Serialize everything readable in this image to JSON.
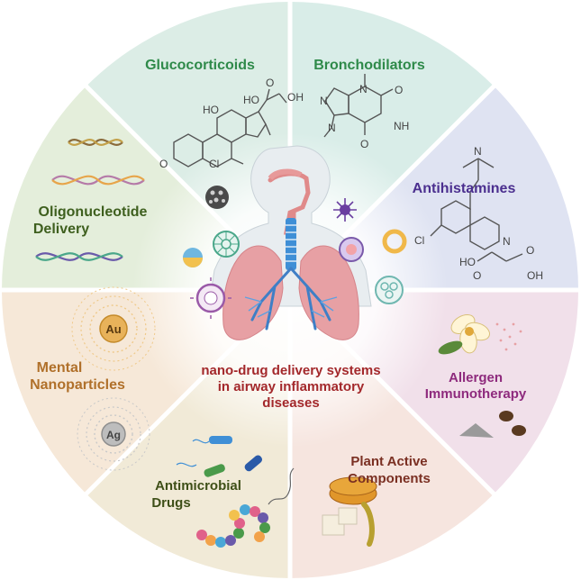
{
  "center": {
    "title_line1": "nano-drug delivery systems",
    "title_line2": "in airway inflammatory",
    "title_line3": "diseases",
    "color": "#a3282b"
  },
  "segments": {
    "glucocorticoids": {
      "title": "Glucocorticoids",
      "color": "#2f8a4a",
      "bg": "#dcede6"
    },
    "bronchodilators": {
      "title": "Bronchodilators",
      "color": "#2f8a4a",
      "bg": "#d9ede8"
    },
    "antihistamines": {
      "title": "Antihistamines",
      "color": "#4b2f8f",
      "bg": "#dfe3f2"
    },
    "allergen": {
      "title_line1": "Allergen",
      "title_line2": "Immunotherapy",
      "color": "#8e2a7d",
      "bg": "#f1e0ea"
    },
    "plant": {
      "title_line1": "Plant Active",
      "title_line2": "Components",
      "color": "#7a2f22",
      "bg": "#f6e5df"
    },
    "antimicrobial": {
      "title_line1": "Antimicrobial",
      "title_line2": "Drugs",
      "color": "#3e4f17",
      "bg": "#f1ead7"
    },
    "mental": {
      "title_line1": "Mental",
      "title_line2": "Nanoparticles",
      "color": "#b0702a",
      "bg": "#f6e8d8"
    },
    "oligo": {
      "title_line1": "Oligonucleotide",
      "title_line2": "Delivery",
      "color": "#3e5f1e",
      "bg": "#e4eedb"
    }
  },
  "labels": {
    "gluco_atoms": {
      "oh1": "HO",
      "oh2": "HO",
      "oh3": "OH",
      "o1": "O",
      "o2": "O",
      "cl": "Cl"
    },
    "broncho_atoms": {
      "n1": "N",
      "n2": "N",
      "n3": "N",
      "nh": "NH",
      "o1": "O",
      "o2": "O"
    },
    "anti_atoms": {
      "n1": "N",
      "n2": "N",
      "cl": "Cl",
      "ho": "HO",
      "oh": "OH",
      "o1": "O",
      "o2": "O"
    },
    "metal1": "Au",
    "metal2": "Ag"
  }
}
